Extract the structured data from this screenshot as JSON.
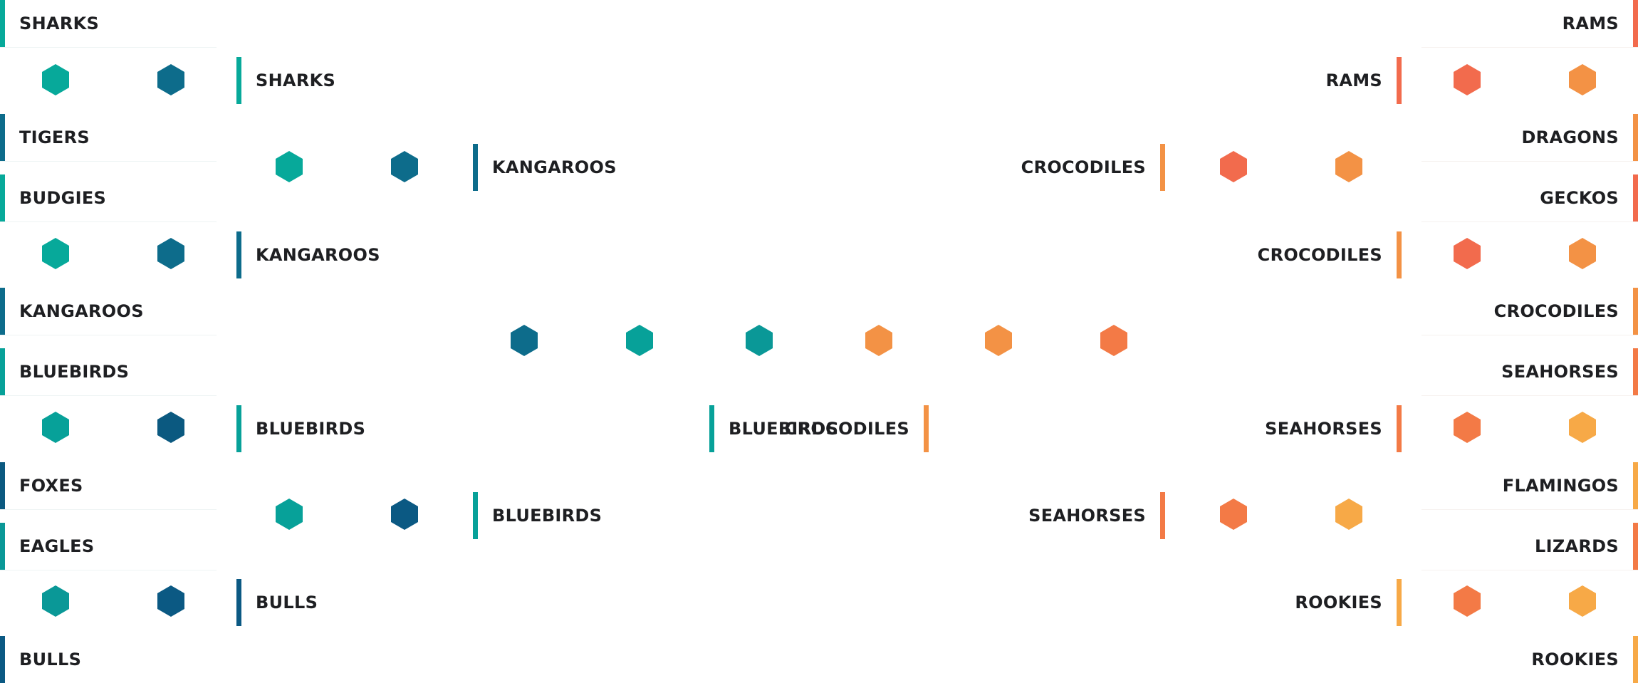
{
  "bracket": {
    "left": {
      "r1": [
        {
          "name": "SHARKS",
          "color": "#07a99a"
        },
        {
          "name": "TIGERS",
          "color": "#0d6c8b"
        },
        {
          "name": "BUDGIES",
          "color": "#07a99a"
        },
        {
          "name": "KANGAROOS",
          "color": "#0d6c8b"
        },
        {
          "name": "BLUEBIRDS",
          "color": "#07a199"
        },
        {
          "name": "FOXES",
          "color": "#0b5980"
        },
        {
          "name": "EAGLES",
          "color": "#0a9897"
        },
        {
          "name": "BULLS",
          "color": "#0b5983"
        }
      ],
      "r2": [
        {
          "name": "SHARKS",
          "color": "#07a99a"
        },
        {
          "name": "KANGAROOS",
          "color": "#0d6c8b"
        },
        {
          "name": "BLUEBIRDS",
          "color": "#07a199"
        },
        {
          "name": "BULLS",
          "color": "#0b5983"
        }
      ],
      "r3": [
        {
          "name": "KANGAROOS",
          "color": "#0d6c8b"
        },
        {
          "name": "BLUEBIRDS",
          "color": "#07a199"
        }
      ],
      "r4": {
        "name": "BLUEBIRDS",
        "color": "#07a199"
      }
    },
    "right": {
      "r1": [
        {
          "name": "RAMS",
          "color": "#f26b4d"
        },
        {
          "name": "DRAGONS",
          "color": "#f39245"
        },
        {
          "name": "GECKOS",
          "color": "#f26b4d"
        },
        {
          "name": "CROCODILES",
          "color": "#f39245"
        },
        {
          "name": "SEAHORSES",
          "color": "#f37a46"
        },
        {
          "name": "FLAMINGOS",
          "color": "#f7a947"
        },
        {
          "name": "LIZARDS",
          "color": "#f37a46"
        },
        {
          "name": "ROOKIES",
          "color": "#f7a947"
        }
      ],
      "r2": [
        {
          "name": "RAMS",
          "color": "#f26b4d"
        },
        {
          "name": "CROCODILES",
          "color": "#f39245"
        },
        {
          "name": "SEAHORSES",
          "color": "#f37a46"
        },
        {
          "name": "ROOKIES",
          "color": "#f7a947"
        }
      ],
      "r3": [
        {
          "name": "CROCODILES",
          "color": "#f39245"
        },
        {
          "name": "SEAHORSES",
          "color": "#f37a46"
        }
      ],
      "r4": {
        "name": "CROCODILES",
        "color": "#f39245"
      }
    },
    "final_node_colors": [
      "#0d6c8b",
      "#07a199",
      "#0a9897",
      "#f39245",
      "#f39245",
      "#f37a46"
    ]
  }
}
